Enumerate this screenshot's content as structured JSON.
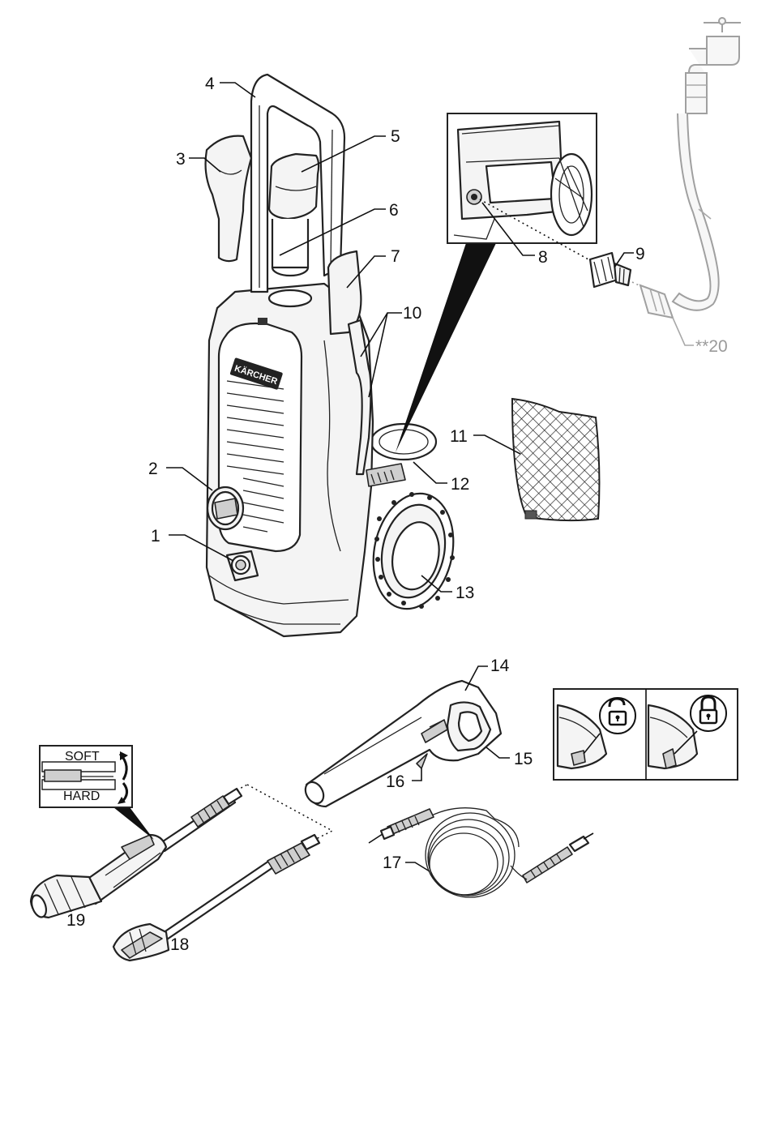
{
  "callouts": {
    "c1": "1",
    "c2": "2",
    "c3": "3",
    "c4": "4",
    "c5": "5",
    "c6": "6",
    "c7": "7",
    "c8": "8",
    "c9": "9",
    "c10": "10",
    "c11": "11",
    "c12": "12",
    "c13": "13",
    "c14": "14",
    "c15": "15",
    "c16": "16",
    "c17": "17",
    "c18": "18",
    "c19": "19",
    "c20": "**20"
  },
  "nozzle_inset": {
    "soft": "SOFT",
    "hard": "HARD"
  },
  "brand_plate": "KÄRCHER",
  "colors": {
    "line": "#111111",
    "faded_line": "#9a9a9a",
    "fill": "#f4f4f4",
    "shadow": "#000000"
  },
  "icons": {
    "unlock": "unlocked-padlock-icon",
    "lock": "locked-padlock-icon"
  }
}
